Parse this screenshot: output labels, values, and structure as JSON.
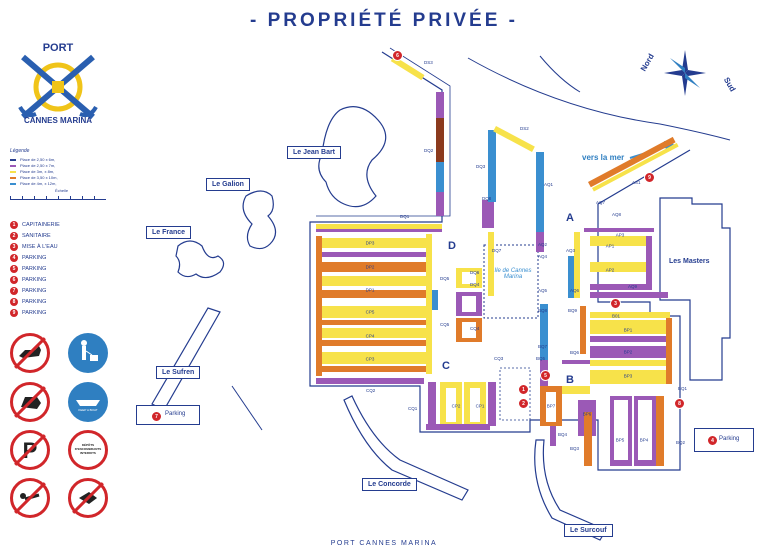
{
  "title": "- PROPRIÉTÉ PRIVÉE -",
  "footer": "PORT CANNES MARINA",
  "logo": {
    "top": "PORT",
    "bottom": "CANNES MARINA"
  },
  "compass": {
    "north": "Nord",
    "south": "Sud"
  },
  "sea_label": "vers la mer",
  "legend": {
    "title": "Légende",
    "items": [
      {
        "label": "Place de 2,50 x 6m,",
        "color": "#2a3f8f"
      },
      {
        "label": "Place de 2,50 x 7m,",
        "color": "#9b59b6"
      },
      {
        "label": "Place de 3m, x 8m,",
        "color": "#f7e24a"
      },
      {
        "label": "Place de 3,50 x 10m,",
        "color": "#e07b2a"
      },
      {
        "label": "Place de 4m, x 12m,",
        "color": "#3a8fd0"
      }
    ],
    "scale_label": "Échelle"
  },
  "services": [
    {
      "num": "1",
      "label": "CAPITAINERIE"
    },
    {
      "num": "2",
      "label": "SANITAIRE"
    },
    {
      "num": "3",
      "label": "MISE À L'EAU"
    },
    {
      "num": "4",
      "label": "PARKING"
    },
    {
      "num": "5",
      "label": "PARKING"
    },
    {
      "num": "6",
      "label": "PARKING"
    },
    {
      "num": "7",
      "label": "PARKING"
    },
    {
      "num": "8",
      "label": "PARKING"
    },
    {
      "num": "9",
      "label": "PARKING"
    }
  ],
  "signs": {
    "boat": "KEEP A BOAT",
    "dechet": "DÉPÔTS D'ENCOMBRANTS INTERDITS"
  },
  "residences": {
    "jean_bart": "Le Jean Bart",
    "galion": "Le Galion",
    "france": "Le France",
    "sufren": "Le Sufren",
    "concorde": "Le Concorde",
    "surcouf": "Le Surcouf",
    "masters": "Les Masters"
  },
  "parking_left": "Parking",
  "parking_right": "Parking",
  "zones": {
    "a": "A",
    "b": "B",
    "c": "C",
    "d": "D"
  },
  "ile": "Ile de Cannes Marina",
  "quays": {
    "ds3": "DS3",
    "dq2": "DQ2",
    "dq1": "DQ1",
    "dq3": "DQ3",
    "dq8": "DQ8",
    "dq7": "DQ7",
    "dq6": "DQ6",
    "dq5": "DQ5",
    "dq4": "DQ4",
    "ds2": "DS2",
    "aq1": "AQ1",
    "aq2": "AQ2",
    "aq3": "AQ3",
    "aq4": "AQ4",
    "aq5": "AQ5",
    "aq6": "AQ6",
    "aq7": "AQ7",
    "aq8": "AQ8",
    "aq9": "AQ9",
    "as1": "AS1",
    "cq1": "CQ1",
    "cq2": "CQ2",
    "cq3": "CQ3",
    "cq4": "CQ4",
    "cq5": "CQ5",
    "bq1": "BQ1",
    "bq2": "BQ2",
    "bq3": "BQ3",
    "bq4": "BQ4",
    "bq5": "BQ5",
    "bq6": "BQ6",
    "bq7": "BQ7",
    "bq8": "BQ8",
    "bq9": "BQ9"
  },
  "pontoons": {
    "dp3": "DP3",
    "dp2": "DP2",
    "dp1": "DP1",
    "cp5": "CP5",
    "cp4": "CP4",
    "cp3": "CP3",
    "cp2": "CP2",
    "cp1": "CP1",
    "ap1": "AP1",
    "ap2": "AP2",
    "ap3": "AP3",
    "b01": "B01",
    "bp1": "BP1",
    "bp2": "BP2",
    "bp3": "BP3",
    "bp4": "BP4",
    "bp5": "BP5",
    "bp6": "BP6",
    "bp7": "BP7"
  },
  "markers": [
    "6",
    "9",
    "3",
    "8",
    "4",
    "1",
    "2",
    "5",
    "7"
  ]
}
